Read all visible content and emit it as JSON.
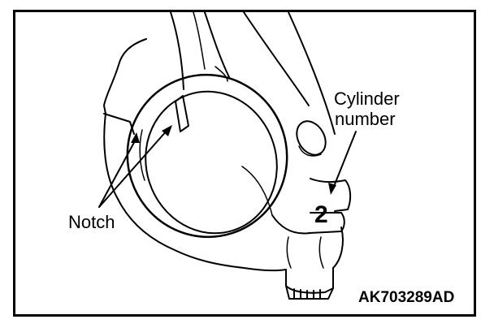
{
  "labels": {
    "cylinder_line1": "Cylinder",
    "cylinder_line2": "number",
    "notch": "Notch",
    "figure_code": "AK703289AD",
    "stamped_number": "2"
  }
}
